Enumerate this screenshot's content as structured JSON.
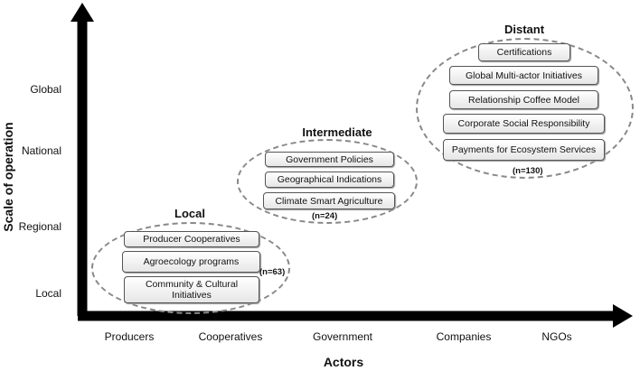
{
  "axes": {
    "y_title": "Scale of operation",
    "x_title": "Actors",
    "y_ticks": [
      "Global",
      "National",
      "Regional",
      "Local"
    ],
    "x_ticks": [
      "Producers",
      "Cooperatives",
      "Government",
      "Companies",
      "NGOs"
    ]
  },
  "groups": {
    "local": {
      "title": "Local",
      "count": "(n=63)",
      "items": [
        "Producer Cooperatives",
        "Agroecology programs",
        "Community & Cultural\nInitiatives"
      ]
    },
    "intermediate": {
      "title": "Intermediate",
      "count": "(n=24)",
      "items": [
        "Government Policies",
        "Geographical Indications",
        "Climate Smart Agriculture"
      ]
    },
    "distant": {
      "title": "Distant",
      "count": "(n=130)",
      "items": [
        "Certifications",
        "Global Multi-actor Initiatives",
        "Relationship Coffee Model",
        "Corporate Social Responsibility",
        "Payments for Ecosystem Services"
      ]
    }
  },
  "colors": {
    "axis": "#000000",
    "ellipse_border": "#888888",
    "box_border": "#555555"
  }
}
